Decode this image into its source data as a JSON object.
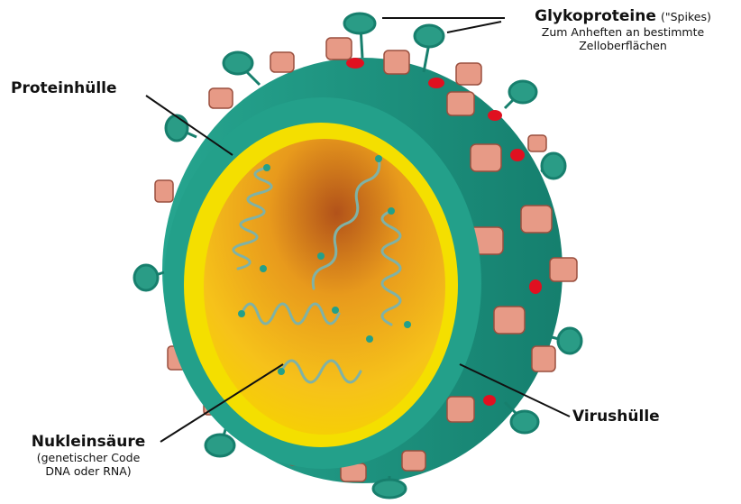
{
  "labels": {
    "glykoproteine": {
      "title": "Glykoproteine",
      "note": "(\"Spikes)",
      "line1": "Zum Anheften an bestimmte",
      "line2": "Zelloberflächen"
    },
    "proteinhuelle": "Proteinhülle",
    "virushuelle": "Virushülle",
    "nukleinsaeure": {
      "title": "Nukleinsäure",
      "line1": "(genetischer Code",
      "line2": "DNA oder RNA)"
    }
  },
  "colors": {
    "envelope": "#1f9a85",
    "envelope_dark": "#0f6e5e",
    "capsid": "#f4df00",
    "core": "#f0b400",
    "spike_teal": "#2a9c86",
    "spike_salmon": "#e79a86",
    "red_dot": "#e01020"
  }
}
